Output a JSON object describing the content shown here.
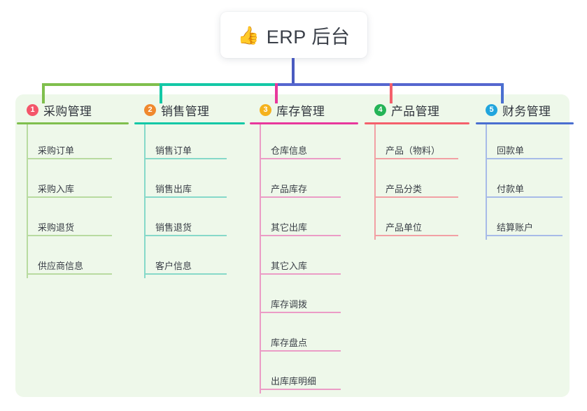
{
  "root": {
    "icon": "thumbs-up-icon",
    "emoji": "👍",
    "title": "ERP 后台",
    "box_color": "#ffffff"
  },
  "panel": {
    "background": "#eef8ea"
  },
  "connector": {
    "trunk_color": "#4a5bc0",
    "segments": [
      {
        "color": "#7fbf4d"
      },
      {
        "color": "#13c8a6"
      },
      {
        "color": "#5566cf"
      }
    ]
  },
  "columns": [
    {
      "number": "1",
      "title": "采购管理",
      "badge_color": "#f4566a",
      "line_color": "#7fbf4d",
      "soft_color": "#b8dba0",
      "items": [
        "采购订单",
        "采购入库",
        "采购退货",
        "供应商信息"
      ]
    },
    {
      "number": "2",
      "title": "销售管理",
      "badge_color": "#f0892e",
      "line_color": "#13c8a6",
      "soft_color": "#86d9c9",
      "items": [
        "销售订单",
        "销售出库",
        "销售退货",
        "客户信息"
      ]
    },
    {
      "number": "3",
      "title": "库存管理",
      "badge_color": "#f5b21d",
      "line_color": "#e8389c",
      "soft_color": "#eb9cc6",
      "items": [
        "仓库信息",
        "产品库存",
        "其它出库",
        "其它入库",
        "库存调拨",
        "库存盘点",
        "出库库明细"
      ]
    },
    {
      "number": "4",
      "title": "产品管理",
      "badge_color": "#24b457",
      "line_color": "#f4606c",
      "soft_color": "#f2a0a4",
      "items": [
        "产品（物料）",
        "产品分类",
        "产品单位"
      ]
    },
    {
      "number": "5",
      "title": "财务管理",
      "badge_color": "#21a5dd",
      "line_color": "#4a6fd0",
      "soft_color": "#a7bbe8",
      "items": [
        "回款单",
        "付款单",
        "结算账户"
      ]
    }
  ]
}
